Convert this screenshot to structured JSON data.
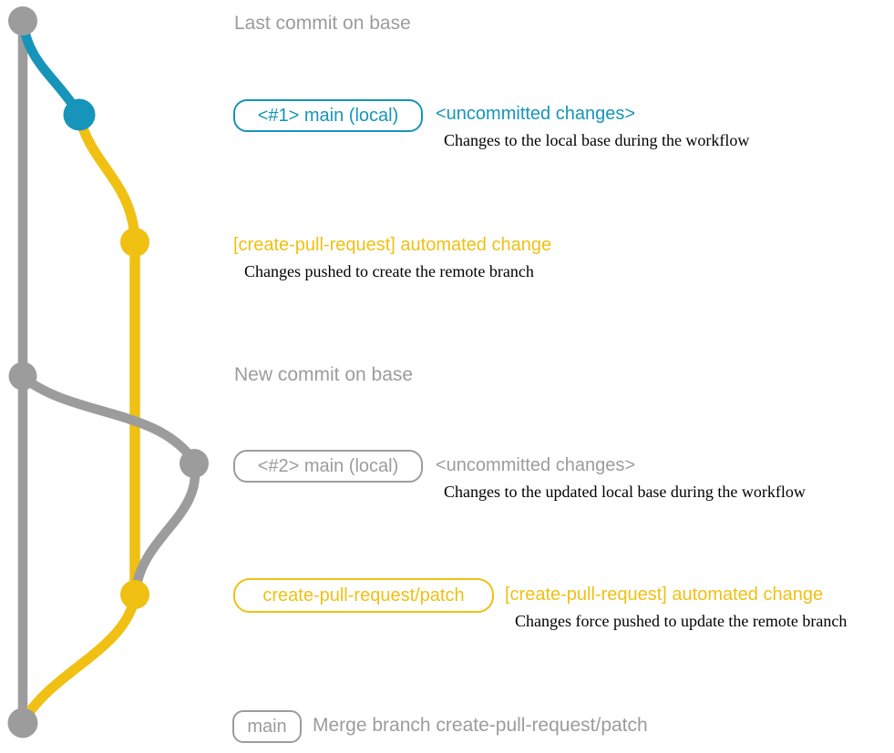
{
  "colors": {
    "gray": "#9c9c9c",
    "blue": "#1794ba",
    "yellow": "#f0c013",
    "description": "#000000"
  },
  "graph": {
    "commits": [
      {
        "name": "last-commit-on-base",
        "color": "gray"
      },
      {
        "name": "local-main-1",
        "color": "blue"
      },
      {
        "name": "automated-change-1",
        "color": "yellow"
      },
      {
        "name": "new-commit-on-base",
        "color": "gray"
      },
      {
        "name": "local-main-2",
        "color": "gray"
      },
      {
        "name": "automated-change-2",
        "color": "yellow"
      },
      {
        "name": "merge-commit",
        "color": "gray"
      }
    ]
  },
  "annotations": {
    "last_commit": "Last commit on base",
    "row1": {
      "badge": "<#1> main (local)",
      "title": "<uncommitted changes>",
      "description": "Changes to the local base during the workflow"
    },
    "row2": {
      "title": "[create-pull-request] automated change",
      "description": "Changes pushed to create the remote branch"
    },
    "new_commit": "New commit on base",
    "row3": {
      "badge": "<#2> main (local)",
      "title": "<uncommitted changes>",
      "description": "Changes to the updated local base during the workflow"
    },
    "row4": {
      "badge": "create-pull-request/patch",
      "title": "[create-pull-request] automated change",
      "description": "Changes force pushed to update the remote branch"
    },
    "row5": {
      "badge": "main",
      "title": "Merge branch create-pull-request/patch"
    }
  }
}
